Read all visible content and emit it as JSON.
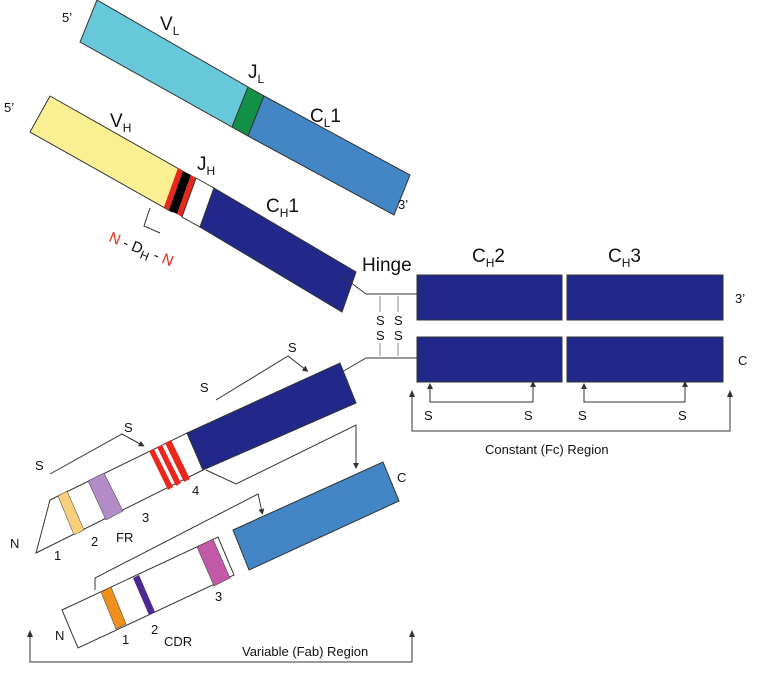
{
  "colors": {
    "vl": "#67c8da",
    "jl": "#119148",
    "cl": "#4386c6",
    "vh": "#fbef93",
    "jh_band": "#e8281c",
    "jh_black": "#000000",
    "dark_blue": "#22288a",
    "fr1": "#f8cf7a",
    "fr2": "#b38bc6",
    "cdr_orange": "#ef8f1c",
    "cdr_purple": "#4b2a91",
    "cdr_magenta": "#c25aa7",
    "red": "#e8281c",
    "outline": "#333333"
  },
  "light_chain": {
    "five_prime": "5’",
    "three_prime": "3’",
    "v": {
      "main": "V",
      "sub": "L"
    },
    "j": {
      "main": "J",
      "sub": "L"
    },
    "c": {
      "main": "C",
      "sub": "L",
      "suffix": "1"
    }
  },
  "heavy_chain": {
    "five_prime": "5’",
    "v": {
      "main": "V",
      "sub": "H"
    },
    "j": {
      "main": "J",
      "sub": "H"
    },
    "c": {
      "main": "C",
      "sub": "H",
      "suffix": "1"
    },
    "ndn": {
      "n1": "N",
      "dash1": " - ",
      "d_main": "D",
      "d_sub": "H",
      "dash2": " - ",
      "n2": "N"
    }
  },
  "hinge": "Hinge",
  "constant": {
    "ch2": {
      "main": "C",
      "sub": "H",
      "suffix": "2"
    },
    "ch3": {
      "main": "C",
      "sub": "H",
      "suffix": "3"
    },
    "top_end": "3’",
    "bottom_end": "C",
    "disulfide": [
      "S",
      "S",
      "S",
      "S"
    ],
    "bond_s": [
      "S",
      "S",
      "S",
      "S"
    ],
    "region_label": "Constant (Fc) Region"
  },
  "variable": {
    "heavy": {
      "n": "N",
      "s_labels": [
        "S",
        "S",
        "S",
        "S"
      ],
      "fr_numbers": [
        "1",
        "2",
        "3",
        "4"
      ],
      "fr_label": "FR"
    },
    "light": {
      "n": "N",
      "c": "C",
      "cdr_numbers": [
        "1",
        "2",
        "3"
      ],
      "cdr_label": "CDR"
    },
    "region_label": "Variable (Fab) Region"
  }
}
